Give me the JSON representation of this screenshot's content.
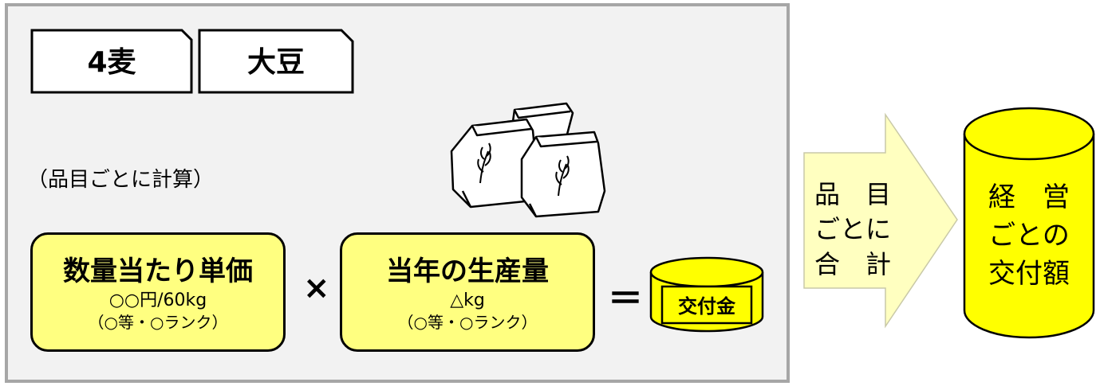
{
  "tabs": [
    "4麦",
    "大豆"
  ],
  "note": "（品目ごとに計算）",
  "unit_price_box": {
    "title": "数量当たり単価",
    "line1": "○○円/60kg",
    "line2": "（○等・○ランク）"
  },
  "multiply": "×",
  "production_box": {
    "title": "当年の生産量",
    "line1": "△kg",
    "line2": "（○等・○ランク）"
  },
  "equals": "＝",
  "grant_label": "交付金",
  "arrow_lines": [
    "品　目",
    "ごとに",
    "合　計"
  ],
  "total_lines": [
    "経　営",
    "ごとの",
    "交付額"
  ],
  "colors": {
    "yellow": "#ffff00",
    "pale_yellow": "#ffff80",
    "arrow": "#ffffc0",
    "panel": "#f2f2f2",
    "panel_border": "#a6a6a6"
  }
}
